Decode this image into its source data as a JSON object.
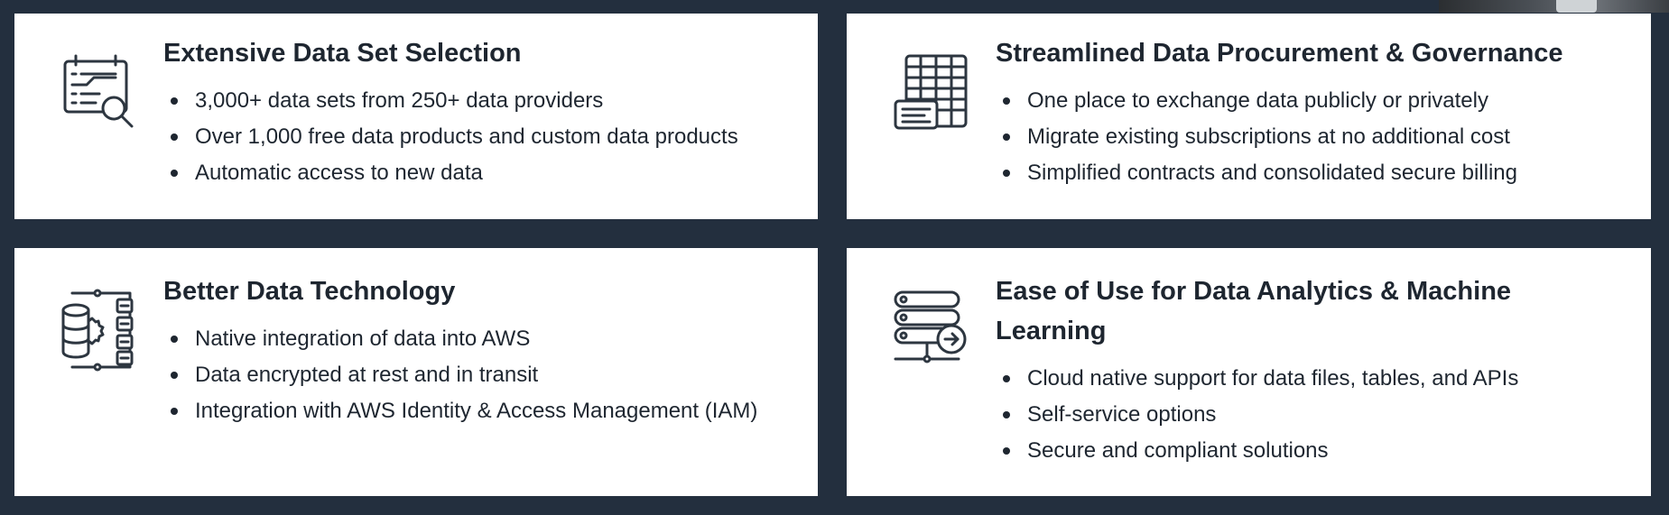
{
  "cards": [
    {
      "icon": "data-set-search-icon",
      "title": "Extensive Data Set Selection",
      "bullets": [
        "3,000+ data sets from 250+ data providers",
        "Over 1,000 free data products and custom data products",
        "Automatic access to new data"
      ]
    },
    {
      "icon": "spreadsheet-icon",
      "title": "Streamlined Data Procurement & Governance",
      "bullets": [
        "One place to exchange data publicly or privately",
        "Migrate existing subscriptions at no additional cost",
        "Simplified contracts and consolidated secure billing"
      ]
    },
    {
      "icon": "database-gear-icon",
      "title": "Better Data Technology",
      "bullets": [
        "Native integration of data into AWS",
        "Data encrypted at rest and in transit",
        "Integration with AWS Identity & Access Management (IAM)"
      ]
    },
    {
      "icon": "server-network-icon",
      "title": "Ease of Use for Data Analytics & Machine Learning",
      "bullets": [
        "Cloud native support for data files, tables, and APIs",
        "Self-service options",
        "Secure and compliant solutions"
      ]
    }
  ],
  "colors": {
    "background": "#232f3e",
    "card": "#ffffff",
    "text": "#1e2630"
  }
}
